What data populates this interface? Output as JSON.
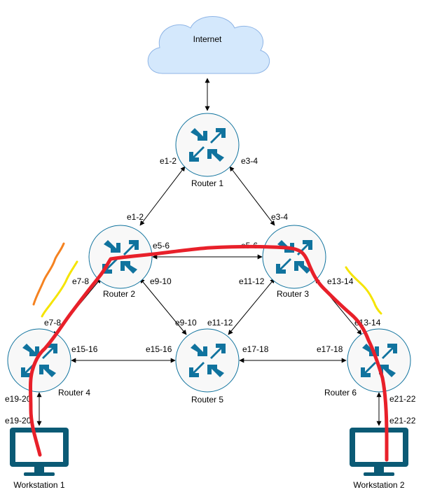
{
  "cloud": {
    "label": "Internet"
  },
  "routers": [
    {
      "id": "r1",
      "label": "Router 1"
    },
    {
      "id": "r2",
      "label": "Router 2"
    },
    {
      "id": "r3",
      "label": "Router 3"
    },
    {
      "id": "r4",
      "label": "Router 4"
    },
    {
      "id": "r5",
      "label": "Router 5"
    },
    {
      "id": "r6",
      "label": "Router 6"
    }
  ],
  "workstations": [
    {
      "id": "ws1",
      "label": "Workstation 1"
    },
    {
      "id": "ws2",
      "label": "Workstation 2"
    }
  ],
  "ports": {
    "r1_left": "e1-2",
    "r1_right": "e3-4",
    "r2_top": "e1-2",
    "r2_right": "e5-6",
    "r2_left": "e7-8",
    "r2_bottom": "e9-10",
    "r3_top": "e3-4",
    "r3_left": "e5-6",
    "r3_bottom": "e11-12",
    "r3_right": "e13-14",
    "r4_top": "e7-8",
    "r4_right": "e15-16",
    "r4_bottom": "e19-20",
    "ws1_top": "e19-20",
    "r5_topleft": "e9-10",
    "r5_topright": "e11-12",
    "r5_left": "e15-16",
    "r5_right": "e17-18",
    "r6_top": "e13-14",
    "r6_left": "e17-18",
    "r6_bottom": "e21-22",
    "ws2_top": "e21-22"
  },
  "annotations": {
    "path_color": "#e8202a",
    "orange_mark_color": "#f58220",
    "yellow_mark_color": "#f5e400"
  },
  "colors": {
    "router_stroke": "#10739e",
    "router_fill": "#f8f8f8",
    "icon_blue": "#10739e",
    "monitor_blue": "#0b5a75",
    "cloud_fill": "#d4e8fc",
    "cloud_stroke": "#8fb5e6"
  }
}
